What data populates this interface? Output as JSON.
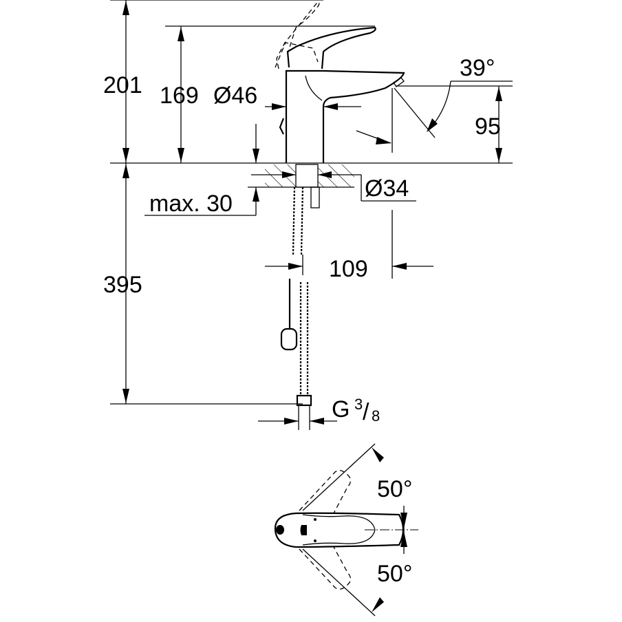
{
  "drawing": {
    "side_view": {
      "dim_total_height": "201",
      "dim_spout_height": "169",
      "dim_body_diameter": "Ø46",
      "dim_spout_angle": "39°",
      "dim_spout_clearance": "95",
      "dim_hole_diameter": "Ø34",
      "dim_max_thickness": "max. 30",
      "dim_hose_length": "395",
      "dim_spout_reach": "109",
      "connection_thread": "G",
      "thread_numerator": "3",
      "thread_denominator": "8"
    },
    "top_view": {
      "handle_angle_left": "50°",
      "handle_angle_right": "50°"
    }
  }
}
